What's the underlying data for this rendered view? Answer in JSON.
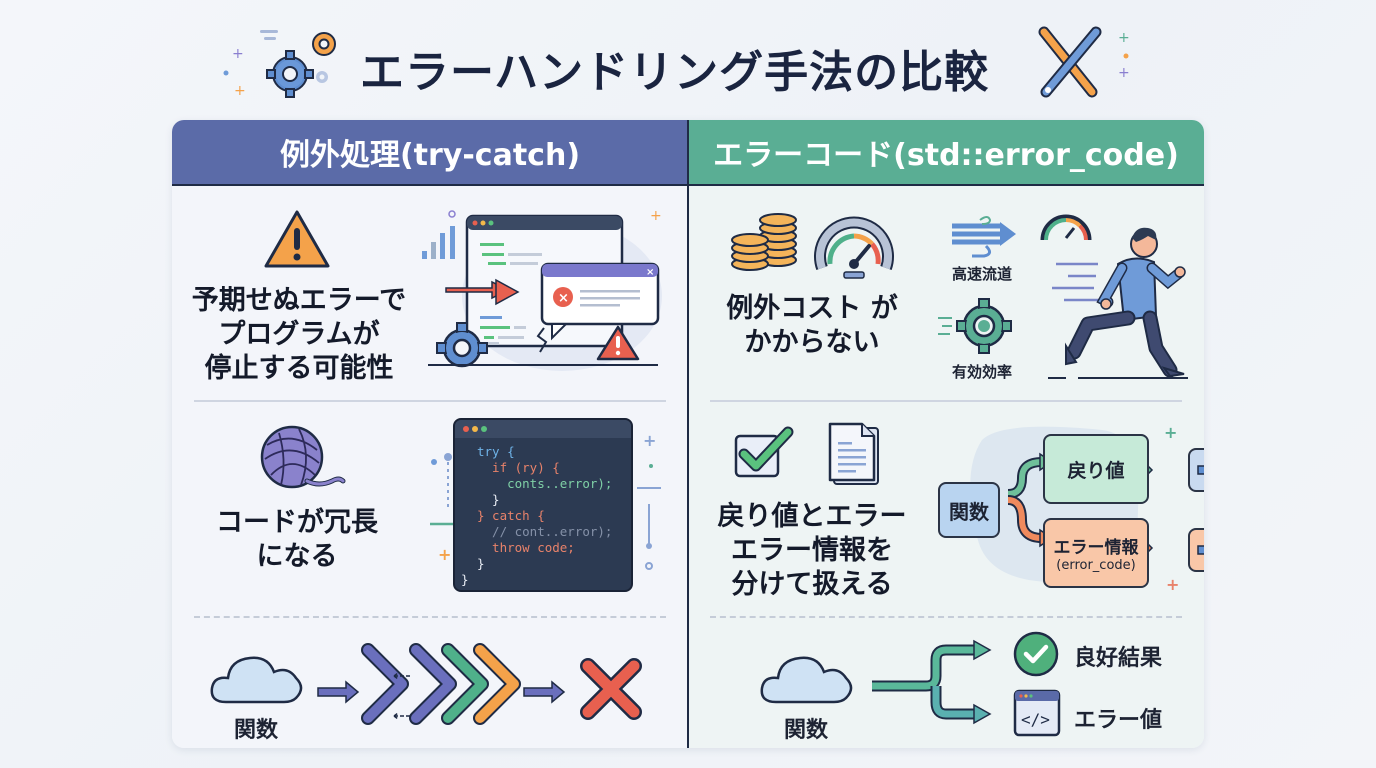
{
  "title": "エラーハンドリング手法の比較",
  "colors": {
    "left_header": "#5b6ba8",
    "right_header": "#5aae94",
    "warning": "#f4a24a",
    "error": "#e8604f",
    "success": "#4fb07c",
    "code_bg": "#2c3a52"
  },
  "left": {
    "header": "例外処理(try-catch)",
    "row1": {
      "icon": "warning-icon",
      "text": "予期せぬエラーで\nプログラムが\n停止する可能性",
      "illustration": "crashed-window-with-error-dialog"
    },
    "row2": {
      "icon": "yarn-ball-icon",
      "text": "コードが冗長\nになる",
      "code_lines": [
        "try {",
        "  if (ry) {",
        "    conts..error);",
        "  }",
        "} catch {",
        "  // cont..error);",
        "  throw code;",
        "}",
        "}"
      ]
    },
    "row3": {
      "source_label": "関数",
      "result_icon": "cross-icon"
    }
  },
  "right": {
    "header": "エラーコード(std::error_code)",
    "row1": {
      "text": "例外コスト が\nかからない",
      "speed_label": "高速流道",
      "efficiency_label": "有効効率",
      "icons": [
        "coins-icon",
        "gauge-icon",
        "wind-icon",
        "gear-icon",
        "runner-icon"
      ]
    },
    "row2": {
      "text": "戻り値とエラー\nエラー情報を\n分けて扱える",
      "flow_source": "関数",
      "flow_return": "戻り値",
      "flow_error": "エラー情報",
      "flow_error_sub": "(error_code)"
    },
    "row3": {
      "source_label": "関数",
      "good_label": "良好結果",
      "error_label": "エラー値"
    }
  }
}
